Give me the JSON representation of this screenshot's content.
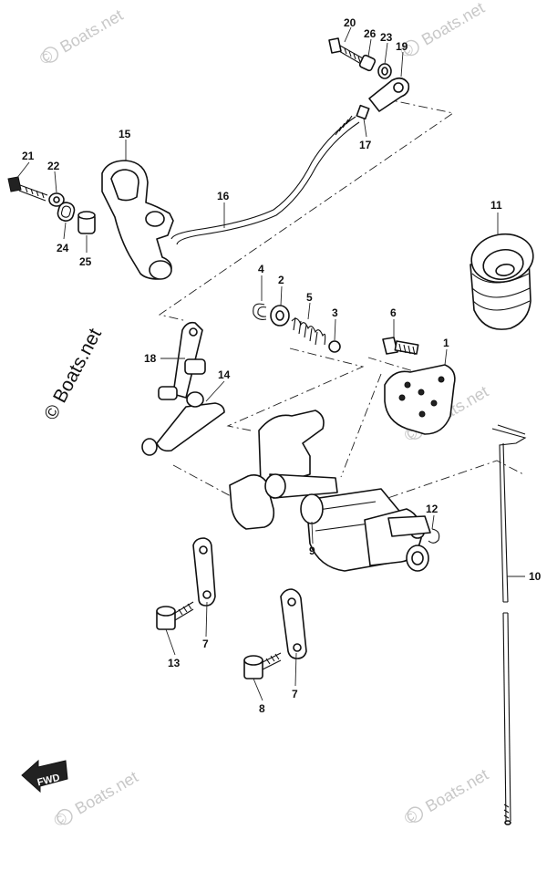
{
  "watermark": {
    "text": "Boats.net",
    "symbol": "©"
  },
  "brand_watermark": {
    "text": "© Boats.net"
  },
  "direction_badge": {
    "label": "FWD"
  },
  "callouts": {
    "c1": "1",
    "c2": "2",
    "c3": "3",
    "c4": "4",
    "c5": "5",
    "c6": "6",
    "c7a": "7",
    "c7b": "7",
    "c8": "8",
    "c9": "9",
    "c10": "10",
    "c11": "11",
    "c12": "12",
    "c13": "13",
    "c14": "14",
    "c15": "15",
    "c16": "16",
    "c17": "17",
    "c18": "18",
    "c19": "19",
    "c20": "20",
    "c21": "21",
    "c22": "22",
    "c23": "23",
    "c24": "24",
    "c25": "25",
    "c26": "26"
  }
}
